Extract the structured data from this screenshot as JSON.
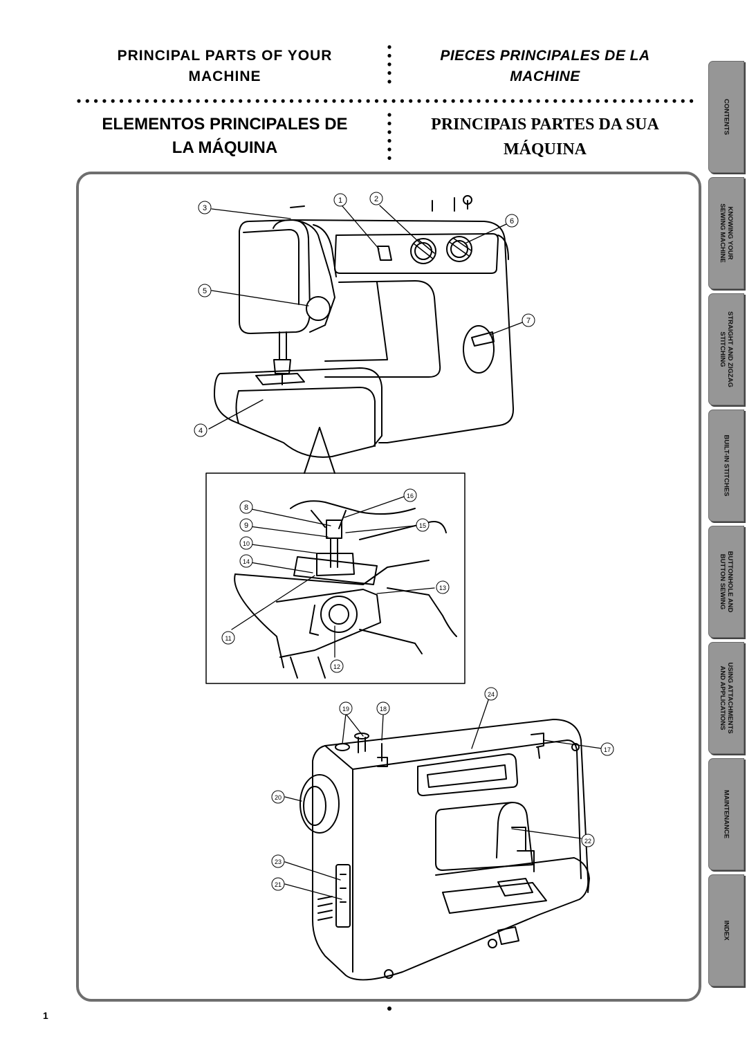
{
  "titles": {
    "english": [
      "PRINCIPAL PARTS OF YOUR",
      "MACHINE"
    ],
    "french": [
      "PIECES PRINCIPALES DE LA",
      "MACHINE"
    ],
    "spanish": [
      "ELEMENTOS PRINCIPALES DE",
      "LA MÁQUINA"
    ],
    "portuguese": [
      "PRINCIPAIS PARTES DA SUA",
      "MÁQUINA"
    ]
  },
  "tabs": [
    {
      "label": "CONTENTS"
    },
    {
      "label": "KNOWING YOUR\nSEWING MACHINE"
    },
    {
      "label": "STRAIGHT AND ZIGZAG\nSTITCHING"
    },
    {
      "label": "BUILT-IN STITCHES"
    },
    {
      "label": "BUTTONHOLE AND\nBUTTON SEWING"
    },
    {
      "label": "USING ATTACHMENTS\nAND APPLICATIONS"
    },
    {
      "label": "MAINTENANCE"
    },
    {
      "label": "INDEX"
    }
  ],
  "callouts": [
    "1",
    "2",
    "3",
    "4",
    "5",
    "6",
    "7",
    "8",
    "9",
    "10",
    "11",
    "12",
    "13",
    "14",
    "15",
    "16",
    "17",
    "18",
    "19",
    "20",
    "21",
    "22",
    "23",
    "24"
  ],
  "page_number": "1"
}
